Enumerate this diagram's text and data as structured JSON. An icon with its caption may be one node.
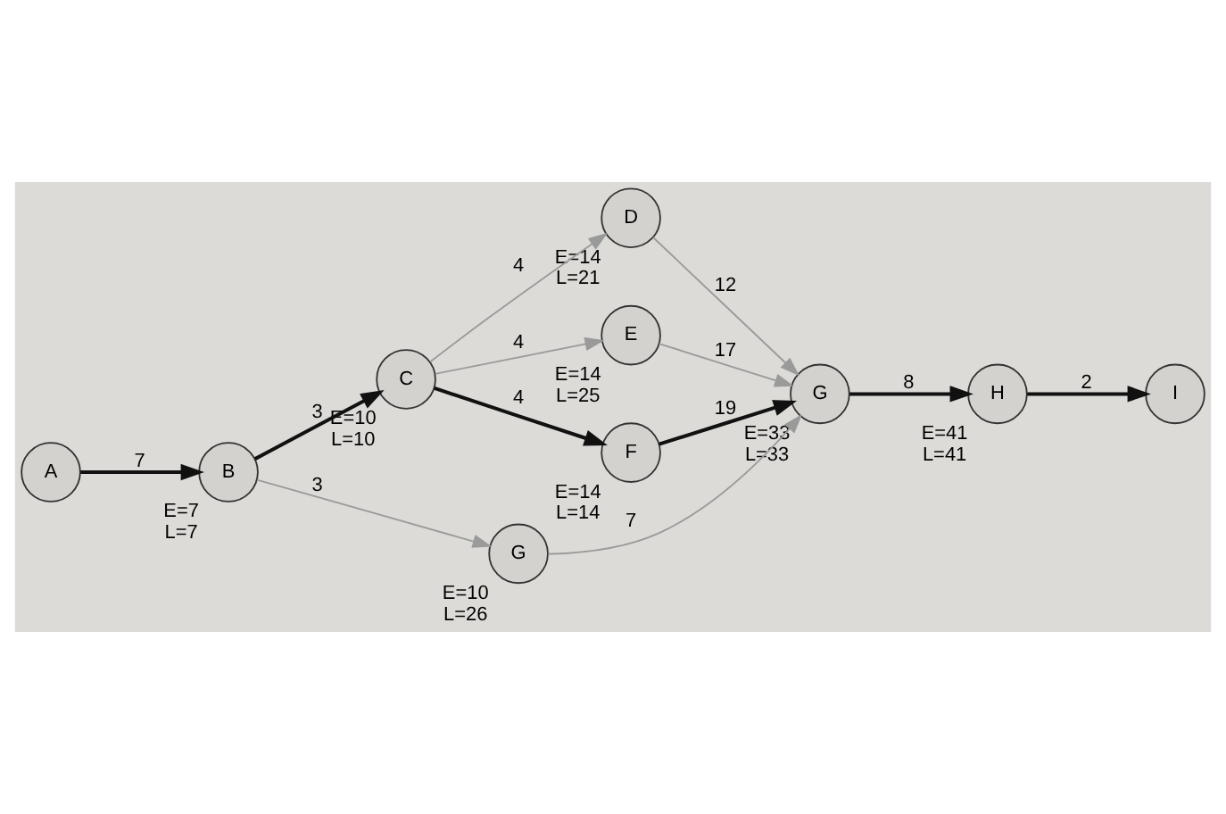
{
  "diagram": {
    "nodes": [
      {
        "text": [
          "A"
        ]
      },
      {
        "text": [
          "B"
        ],
        "beside": [
          "E=7",
          "L=7"
        ]
      },
      {
        "text": [
          "C"
        ],
        "beside": [
          "E=10",
          "L=10"
        ]
      },
      {
        "text": [
          "G"
        ],
        "beside": [
          "E=10",
          "L=26"
        ]
      },
      {
        "text": [
          "D"
        ],
        "beside": [
          "E=14",
          "L=21"
        ]
      },
      {
        "text": [
          "E"
        ],
        "beside": [
          "E=14",
          "L=25"
        ]
      },
      {
        "text": [
          "F"
        ],
        "beside": [
          "E=14",
          "L=14"
        ]
      },
      {
        "text": [
          "G"
        ],
        "beside": [
          "E=33",
          "L=33"
        ]
      },
      {
        "text": [
          "H"
        ],
        "beside": [
          "E=41",
          "L=41"
        ]
      },
      {
        "text": [
          "I"
        ]
      }
    ],
    "edges": [
      {
        "from": 0,
        "to": 1,
        "arrow": "to",
        "label": "7"
      },
      {
        "from": 1,
        "to": 2,
        "arrow": "to",
        "label": "3"
      },
      {
        "from": 1,
        "to": 3,
        "arrow": "to",
        "label": "3",
        "color": "#9a9a9a"
      },
      {
        "from": 2,
        "to": 4,
        "arrow": "to",
        "label": "4",
        "color": "#9a9a9a"
      },
      {
        "from": 2,
        "to": 5,
        "arrow": "to",
        "label": "4",
        "color": "#9a9a9a"
      },
      {
        "from": 2,
        "to": 6,
        "arrow": "to",
        "label": "4"
      },
      {
        "from": 3,
        "to": 7,
        "arrow": "to",
        "label": "7",
        "color": "#9a9a9a"
      },
      {
        "from": 4,
        "to": 7,
        "arrow": "to",
        "label": "12",
        "color": "#9a9a9a"
      },
      {
        "from": 5,
        "to": 7,
        "arrow": "to",
        "label": "17",
        "color": "#9a9a9a"
      },
      {
        "from": 6,
        "to": 7,
        "arrow": "to",
        "label": "19"
      },
      {
        "from": 7,
        "to": 8,
        "arrow": "to",
        "label": "8"
      },
      {
        "from": 8,
        "to": 9,
        "arrow": "to",
        "label": "2"
      }
    ]
  }
}
